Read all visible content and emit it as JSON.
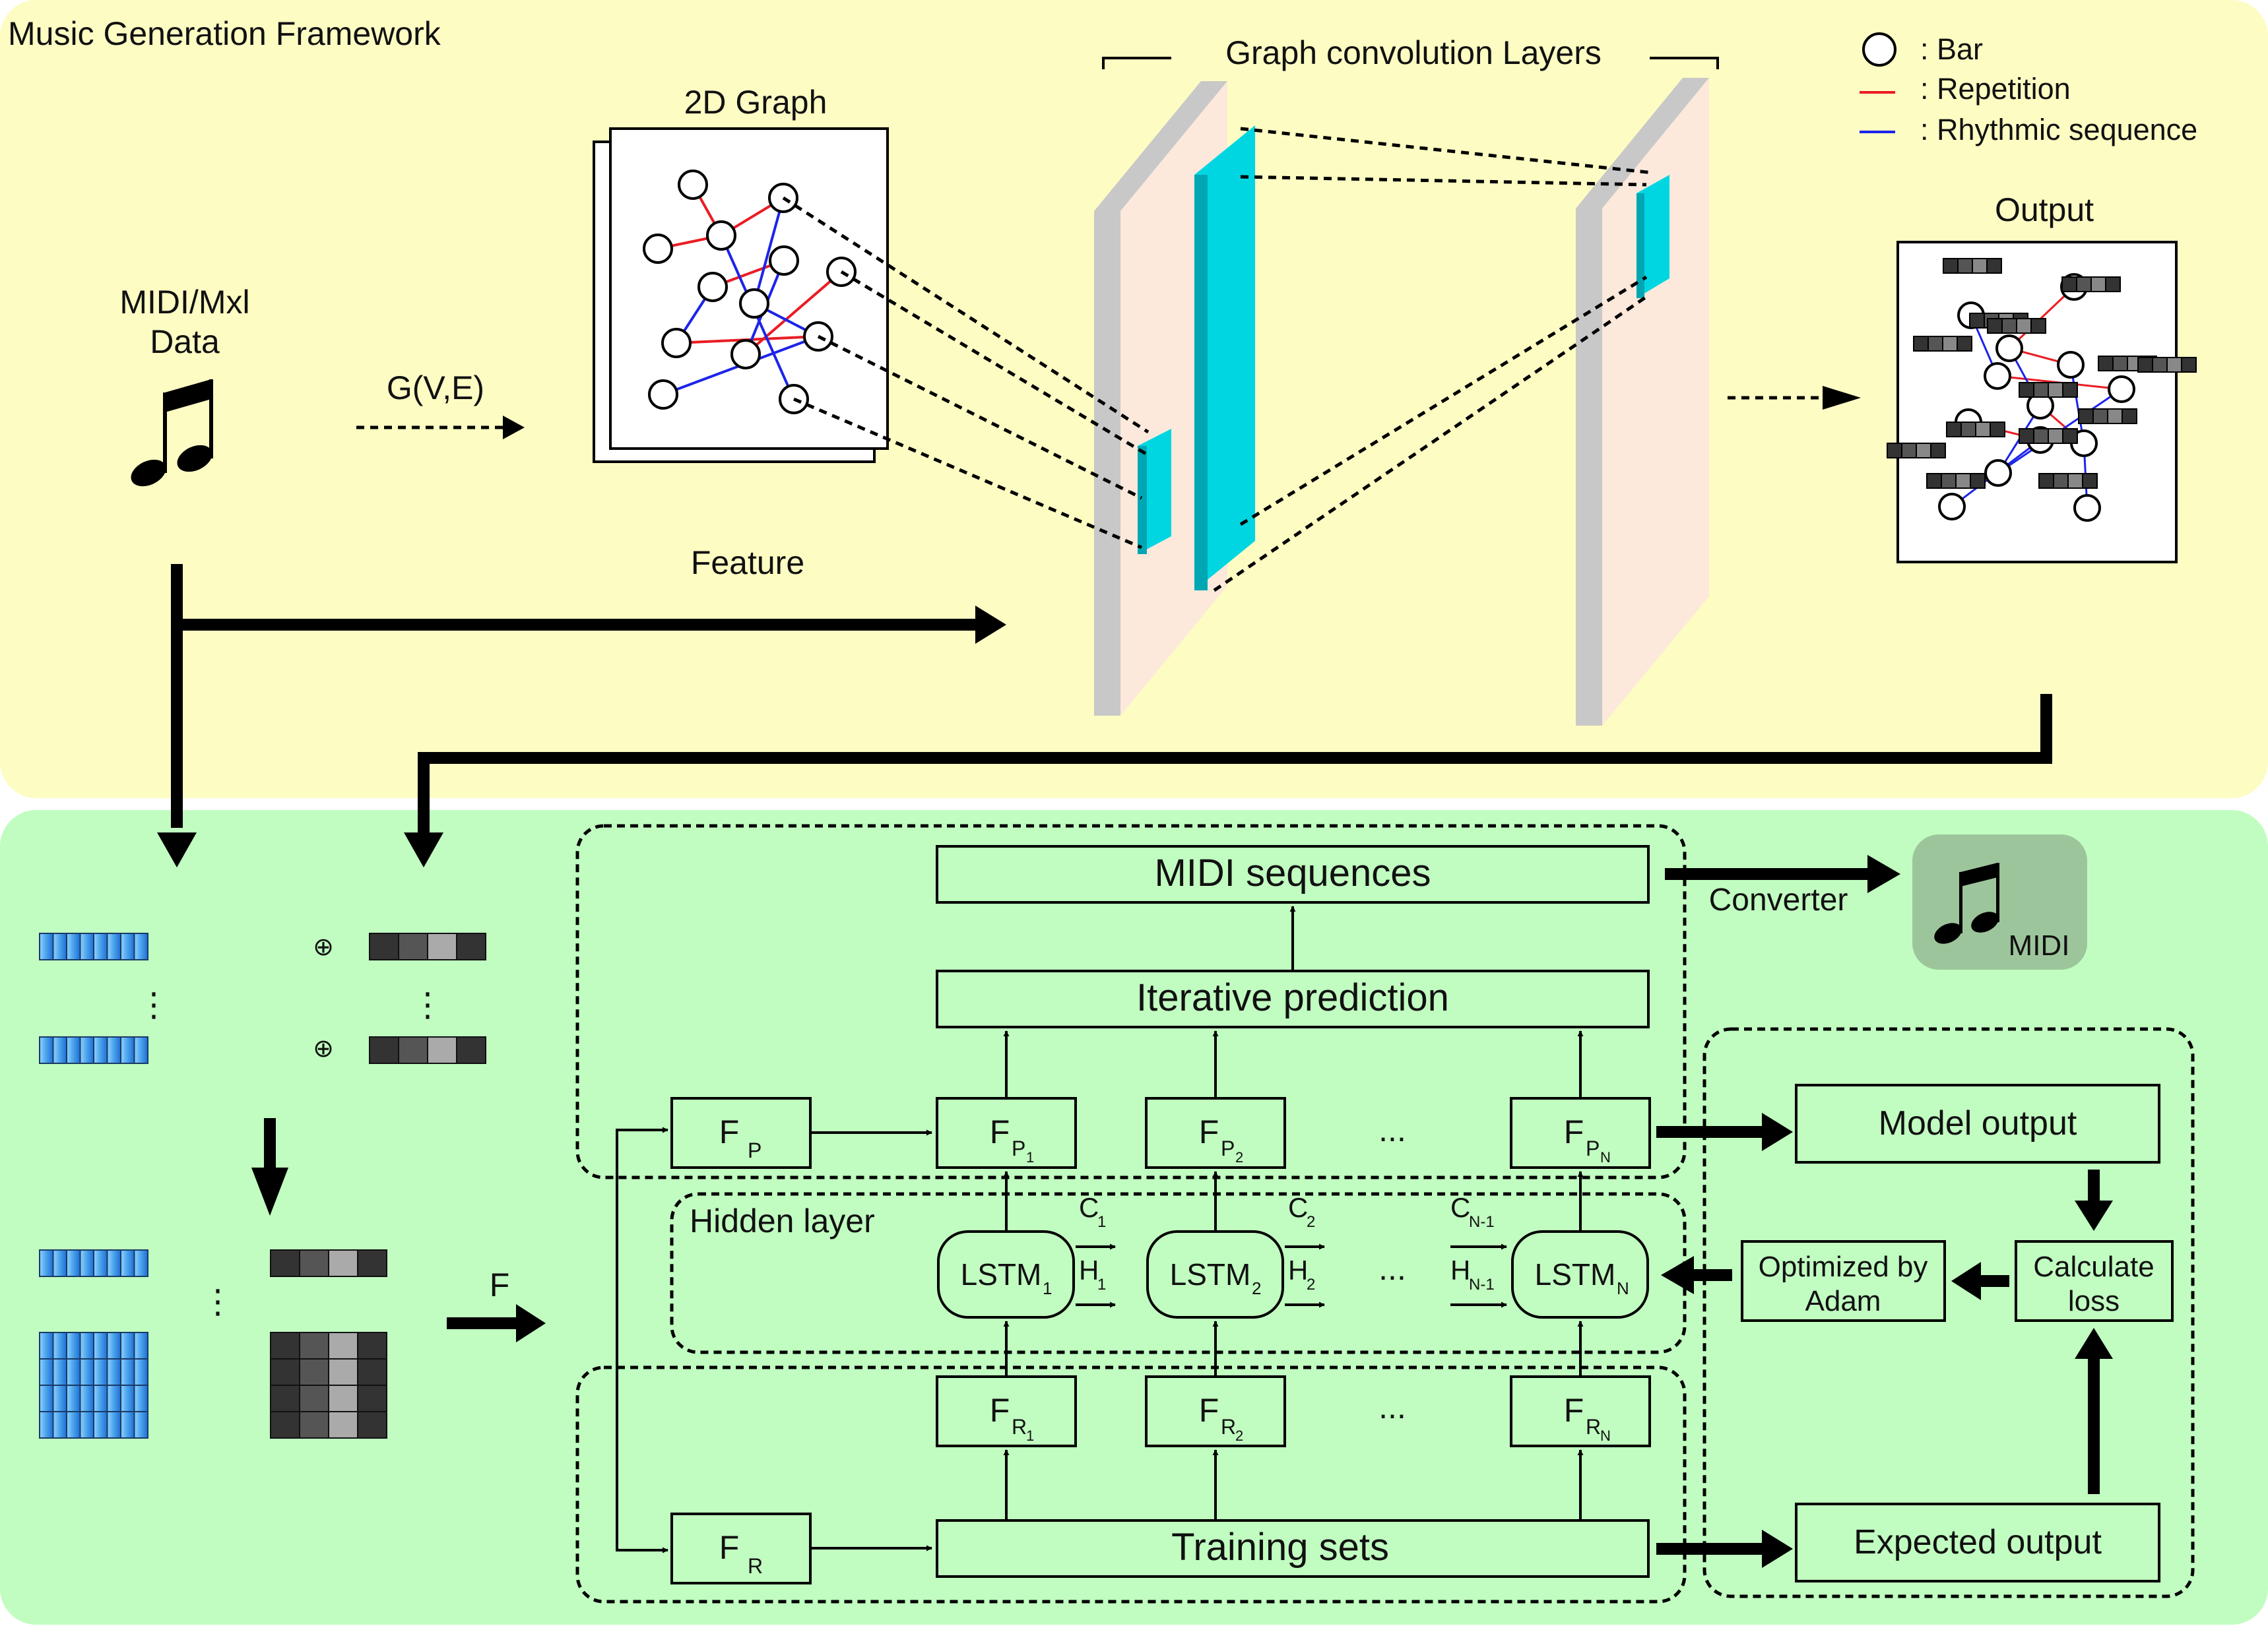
{
  "colors": {
    "top_panel": "#fdfcc3",
    "bottom_panel": "#c1fdc1",
    "cyan": "#00d6e1",
    "plate_face": "#fce9dc",
    "plate_edge": "#c8c8c8",
    "red_edge": "#ea1c24",
    "blue_edge": "#1c24ea",
    "midi_box": "#9dc59b"
  },
  "top": {
    "title": "Music Generation Framework",
    "midi_label_line1": "MIDI/Mxl",
    "midi_label_line2": "Data",
    "graph_notation": "G(V,E)",
    "graph_title": "2D Graph",
    "gcl_title": "Graph convolution Layers",
    "output_title": "Output",
    "feature_label": "Feature",
    "legend": {
      "bar": ": Bar",
      "repetition": ": Repetition",
      "rhythmic": ": Rhythmic sequence"
    }
  },
  "bottom": {
    "oplus": "⊕",
    "vdots": "⋮",
    "f_label": "F",
    "midi_sequences": "MIDI sequences",
    "iterative_prediction": "Iterative prediction",
    "training_sets": "Training sets",
    "hidden_layer": "Hidden layer",
    "converter": "Converter",
    "midi_icon_label": "MIDI",
    "model_output": "Model output",
    "calculate_loss_line1": "Calculate",
    "calculate_loss_line2": "loss",
    "optimized_line1": "Optimized by",
    "optimized_line2": "Adam",
    "expected_output": "Expected output",
    "ellipsis": "...",
    "fp": {
      "main": "F",
      "sub": "P"
    },
    "fr": {
      "main": "F",
      "sub": "R"
    },
    "fp_nodes": [
      {
        "main": "F",
        "sub": "P",
        "subsub": "1"
      },
      {
        "main": "F",
        "sub": "P",
        "subsub": "2"
      },
      {
        "main": "F",
        "sub": "P",
        "subsub": "N"
      }
    ],
    "fr_nodes": [
      {
        "main": "F",
        "sub": "R",
        "subsub": "1"
      },
      {
        "main": "F",
        "sub": "R",
        "subsub": "2"
      },
      {
        "main": "F",
        "sub": "R",
        "subsub": "N"
      }
    ],
    "lstm_nodes": [
      {
        "main": "LSTM",
        "sub": "1"
      },
      {
        "main": "LSTM",
        "sub": "2"
      },
      {
        "main": "LSTM",
        "sub": "N"
      }
    ],
    "c_labels": [
      {
        "main": "C",
        "sub": "1"
      },
      {
        "main": "C",
        "sub": "2"
      },
      {
        "main": "C",
        "sub": "N-1"
      }
    ],
    "h_labels": [
      {
        "main": "H",
        "sub": "1"
      },
      {
        "main": "H",
        "sub": "2"
      },
      {
        "main": "H",
        "sub": "N-1"
      }
    ]
  }
}
